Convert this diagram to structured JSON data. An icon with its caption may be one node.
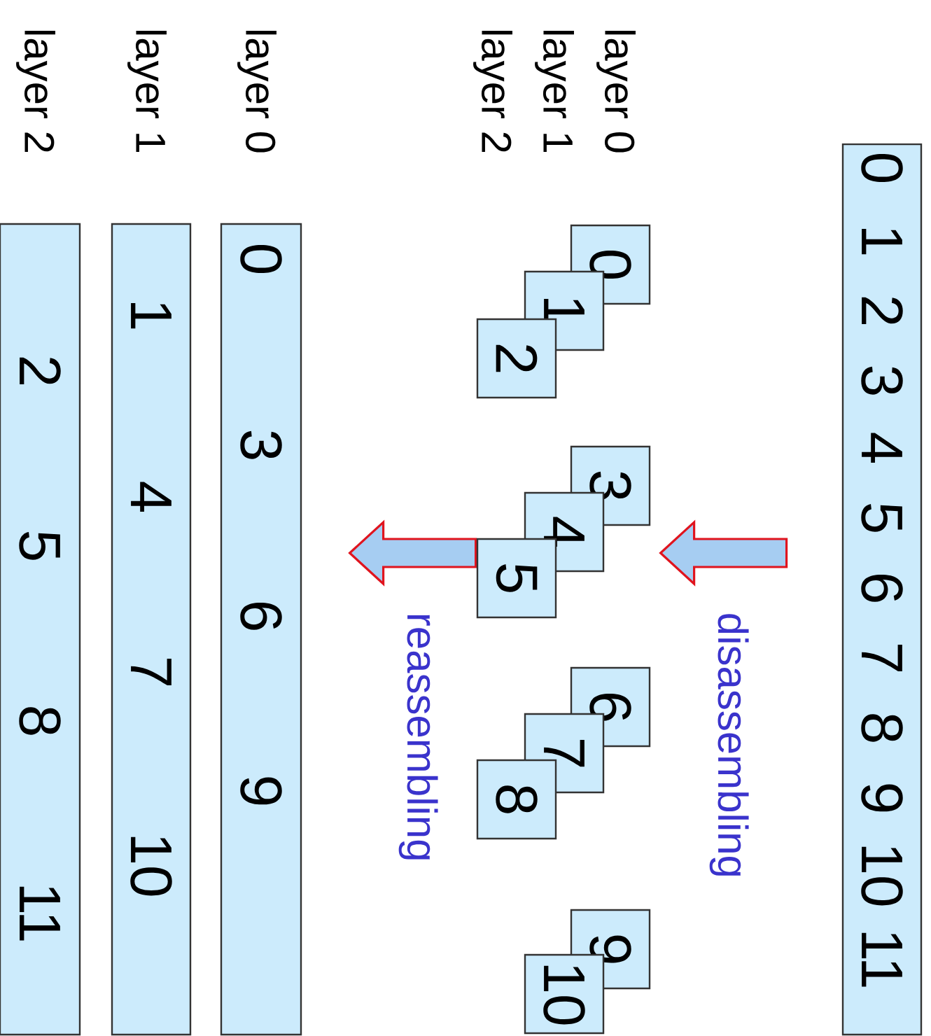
{
  "diagram": {
    "nodes": [
      {
        "text": [
          "0",
          "1",
          "2",
          "3",
          "4",
          "5",
          "6",
          "7",
          "8",
          "9",
          "10",
          "11"
        ]
      },
      {
        "text": [
          "0"
        ]
      },
      {
        "text": [
          "1"
        ]
      },
      {
        "text": [
          "2"
        ]
      },
      {
        "text": [
          "3"
        ]
      },
      {
        "text": [
          "4"
        ]
      },
      {
        "text": [
          "5"
        ]
      },
      {
        "text": [
          "6"
        ]
      },
      {
        "text": [
          "7"
        ]
      },
      {
        "text": [
          "8"
        ]
      },
      {
        "text": [
          "9"
        ]
      },
      {
        "text": [
          "10"
        ]
      },
      {
        "text": [
          "layer 0",
          "0",
          "3",
          "6",
          "9"
        ]
      },
      {
        "text": [
          "layer 1",
          "1",
          "4",
          "7",
          "10"
        ]
      },
      {
        "text": [
          "layer 2",
          "2",
          "5",
          "8",
          "11"
        ]
      }
    ],
    "edges": [
      {
        "from": 0,
        "to": 5,
        "arrow": "to",
        "label": "disassembling"
      },
      {
        "from": 5,
        "to": 12,
        "arrow": "to",
        "label": "reassembling"
      }
    ],
    "labels": [
      "layer 0",
      "layer 1",
      "layer 2"
    ]
  }
}
